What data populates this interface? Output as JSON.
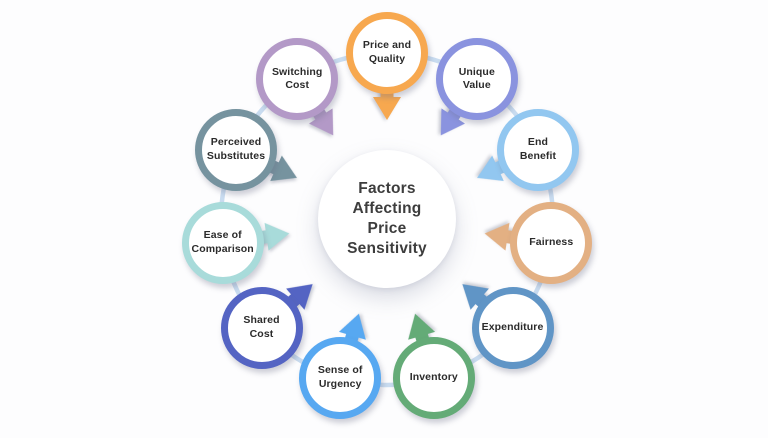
{
  "diagram": {
    "center_title": "Factors Affecting Price Sensitivity",
    "center_lines": [
      "Factors",
      "Affecting",
      "Price",
      "Sensitivity"
    ],
    "connector_color": "#c9dcf0",
    "background_color": "#fdfdfe",
    "title_text_color": "#3d3d3d",
    "label_text_color": "#2b2b2b",
    "factors": [
      {
        "label": "Price and Quality",
        "lines": [
          "Price and",
          "Quality"
        ],
        "color": "#f7a84f",
        "angle_deg": -90
      },
      {
        "label": "Unique Value",
        "lines": [
          "Unique",
          "Value"
        ],
        "color": "#8a93df",
        "angle_deg": -57.27
      },
      {
        "label": "End Benefit",
        "lines": [
          "End",
          "Benefit"
        ],
        "color": "#92c7f0",
        "angle_deg": -24.55
      },
      {
        "label": "Fairness",
        "lines": [
          "Fairness"
        ],
        "color": "#e3b083",
        "angle_deg": 8.18
      },
      {
        "label": "Expenditure",
        "lines": [
          "Expenditure"
        ],
        "color": "#6095c6",
        "angle_deg": 40.91
      },
      {
        "label": "Inventory",
        "lines": [
          "Inventory"
        ],
        "color": "#64ab77",
        "angle_deg": 73.64
      },
      {
        "label": "Sense of Urgency",
        "lines": [
          "Sense of",
          "Urgency"
        ],
        "color": "#57a8f1",
        "angle_deg": 106.36
      },
      {
        "label": "Shared Cost",
        "lines": [
          "Shared",
          "Cost"
        ],
        "color": "#5464c3",
        "angle_deg": 139.09
      },
      {
        "label": "Ease of Comparison",
        "lines": [
          "Ease of",
          "Comparison"
        ],
        "color": "#a8dbda",
        "angle_deg": 171.82
      },
      {
        "label": "Perceived Substitutes",
        "lines": [
          "Perceived",
          "Substitutes"
        ],
        "color": "#76939f",
        "angle_deg": -155.45
      },
      {
        "label": "Switching Cost",
        "lines": [
          "Switching",
          "Cost"
        ],
        "color": "#b399c7",
        "angle_deg": -122.73
      }
    ]
  }
}
